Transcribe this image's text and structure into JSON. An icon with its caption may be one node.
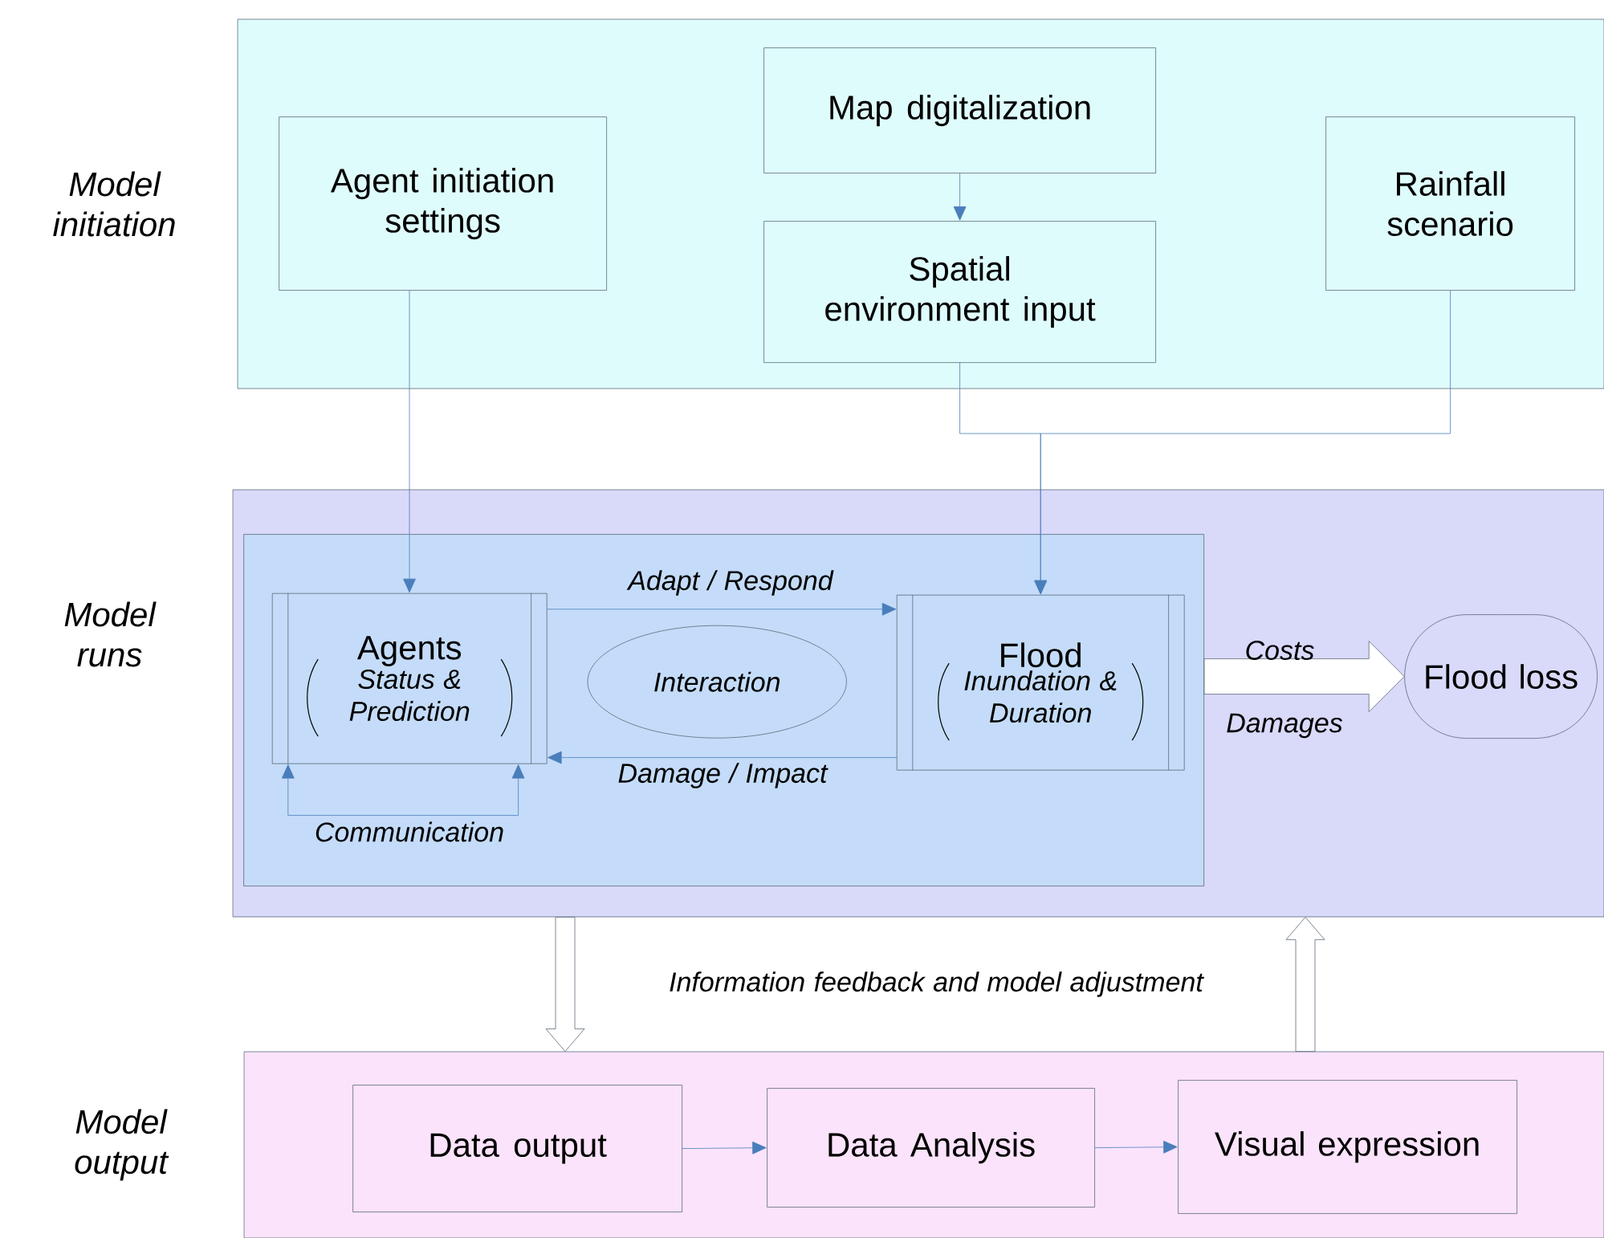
{
  "diagram": {
    "nodes": [
      {
        "text": [
          "Model initiation"
        ]
      },
      {
        "text": [
          "Agent initiation settings"
        ],
        "in": 0
      },
      {
        "text": [
          "Map digitalization"
        ],
        "in": 0
      },
      {
        "text": [
          "Spatial environment input"
        ],
        "in": 0
      },
      {
        "text": [
          "Rainfall scenario"
        ],
        "in": 0
      },
      {
        "text": [
          "Model runs"
        ]
      },
      {
        "text": [],
        "shape": "box",
        "in": 5
      },
      {
        "text": [
          "Agents",
          "Status & Prediction"
        ],
        "in": 6
      },
      {
        "text": [
          "Interaction"
        ],
        "in": 6
      },
      {
        "text": [
          "Flood",
          "Inundation & Duration"
        ],
        "in": 6
      },
      {
        "text": [
          "Flood loss"
        ],
        "in": 5
      },
      {
        "text": [
          "Model output"
        ]
      },
      {
        "text": [
          "Data output"
        ],
        "in": 11
      },
      {
        "text": [
          "Data Analysis"
        ],
        "in": 11
      },
      {
        "text": [
          "Visual expression"
        ],
        "in": 11
      }
    ],
    "edges": [
      {
        "from": 2,
        "to": 3,
        "arrow": "to"
      },
      {
        "from": 1,
        "to": 7,
        "arrow": "to"
      },
      {
        "from": 3,
        "to": 9,
        "arrow": "to"
      },
      {
        "from": 4,
        "to": 9,
        "arrow": "to"
      },
      {
        "from": 7,
        "to": 9,
        "arrow": "to",
        "label": "Adapt / Respond"
      },
      {
        "from": 9,
        "to": 7,
        "arrow": "to",
        "label": "Damage / Impact"
      },
      {
        "from": 7,
        "to": 7,
        "arrow": "both",
        "label": "Communication"
      },
      {
        "from": 6,
        "to": 10,
        "arrow": "to",
        "label": "Costs",
        "style": "thick"
      },
      {
        "from": 5,
        "to": 11,
        "arrow": "to",
        "style": "thick"
      },
      {
        "from": 11,
        "to": 5,
        "arrow": "to",
        "style": "thick"
      },
      {
        "from": 12,
        "to": 13,
        "arrow": "to"
      },
      {
        "from": 13,
        "to": 14,
        "arrow": "to"
      }
    ],
    "labels": [
      "Damages",
      "Information feedback and model adjustment"
    ]
  }
}
